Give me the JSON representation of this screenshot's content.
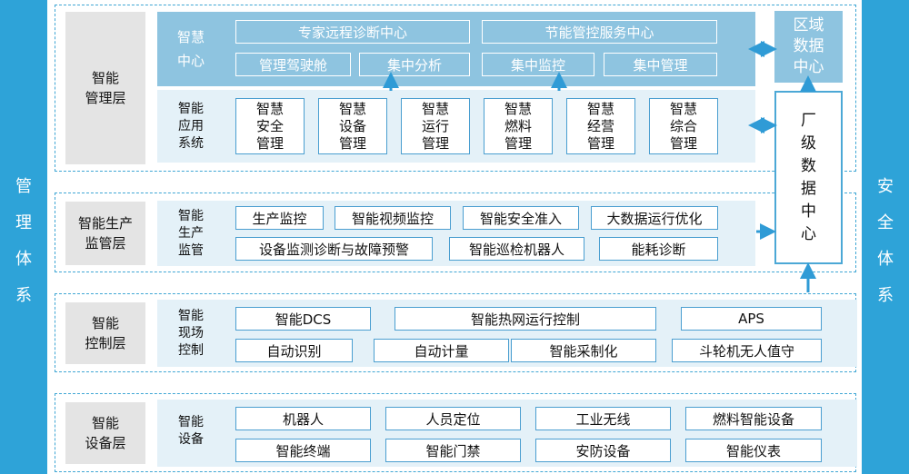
{
  "side": {
    "left": [
      "管",
      "理",
      "体",
      "系"
    ],
    "right": [
      "安",
      "全",
      "体",
      "系"
    ]
  },
  "mgmt": {
    "label": [
      "智能",
      "管理层"
    ],
    "center_label": [
      "智慧",
      "中心"
    ],
    "center_items": [
      "专家远程诊断中心",
      "节能管控服务中心"
    ],
    "center_subitems": [
      "管理驾驶舱",
      "集中分析",
      "集中监控",
      "集中管理"
    ],
    "app_label": [
      "智能",
      "应用",
      "系统"
    ],
    "apps": [
      [
        "智慧",
        "安全",
        "管理"
      ],
      [
        "智慧",
        "设备",
        "管理"
      ],
      [
        "智慧",
        "运行",
        "管理"
      ],
      [
        "智慧",
        "燃料",
        "管理"
      ],
      [
        "智慧",
        "经营",
        "管理"
      ],
      [
        "智慧",
        "综合",
        "管理"
      ]
    ]
  },
  "region_center": [
    "区域",
    "数据",
    "中心"
  ],
  "factory_center": [
    "厂",
    "级",
    "数",
    "据",
    "中",
    "心"
  ],
  "prod": {
    "label": [
      "智能生产",
      "监管层"
    ],
    "sub_label": [
      "智能",
      "生产",
      "监管"
    ],
    "row1": [
      "生产监控",
      "智能视频监控",
      "智能安全准入",
      "大数据运行优化"
    ],
    "row2": [
      "设备监测诊断与故障预警",
      "智能巡检机器人",
      "能耗诊断"
    ]
  },
  "ctrl": {
    "label": [
      "智能",
      "控制层"
    ],
    "sub_label": [
      "智能",
      "现场",
      "控制"
    ],
    "row1": [
      "智能DCS",
      "智能热网运行控制",
      "APS"
    ],
    "row2": [
      "自动识别",
      "自动计量",
      "智能采制化",
      "斗轮机无人值守"
    ]
  },
  "equip": {
    "label": [
      "智能",
      "设备层"
    ],
    "sub_label": [
      "智能",
      "设备"
    ],
    "row1": [
      "机器人",
      "人员定位",
      "工业无线",
      "燃料智能设备"
    ],
    "row2": [
      "智能终端",
      "智能门禁",
      "安防设备",
      "智能仪表"
    ]
  },
  "colors": {
    "accent": "#2ea3d8",
    "panel_dark": "#8ec4e0",
    "panel_light": "#e4f1f8",
    "label_bg": "#e4e4e4"
  }
}
